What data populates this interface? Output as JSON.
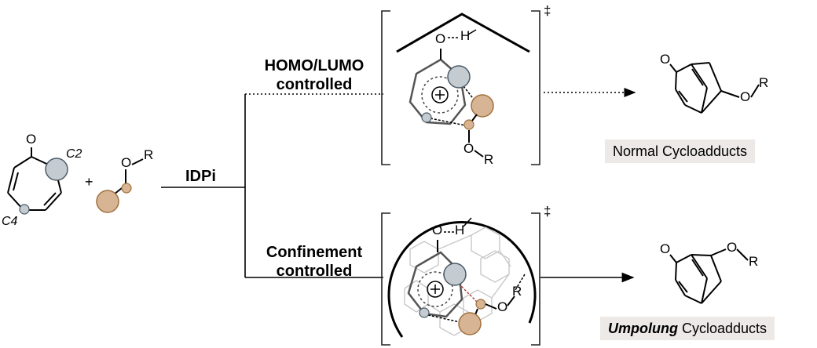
{
  "reactant": {
    "atom_c2": "C2",
    "atom_c4": "C4",
    "oxygen": "O",
    "plus": "+",
    "partner_o": "O",
    "partner_r": "R"
  },
  "catalyst": "IDPi",
  "top_pathway": {
    "line1": "HOMO/LUMO",
    "line2": "controlled",
    "ts_o": "O",
    "ts_h": "H",
    "ts_or_o": "O",
    "ts_or_r": "R",
    "ts_symbol": "‡",
    "product_o": "O",
    "product_or_o": "O",
    "product_or_r": "R",
    "product_label": "Normal Cycloadducts"
  },
  "bottom_pathway": {
    "line1": "Confinement",
    "line2": "controlled",
    "ts_o": "O",
    "ts_h": "H",
    "ts_or_o": "O",
    "ts_or_r": "R",
    "ts_symbol": "‡",
    "product_o": "O",
    "product_or_o": "O",
    "product_or_r": "R",
    "product_label_emph": "Umpolung",
    "product_label_rest": " Cycloadducts"
  },
  "colors": {
    "grey_orbital": "#c5ccd1",
    "orange_orbital": "#d7b594",
    "orange_stroke": "#a0703c",
    "bond": "#000000",
    "ts_ring": "#555555",
    "badge": "#ece9e6"
  }
}
